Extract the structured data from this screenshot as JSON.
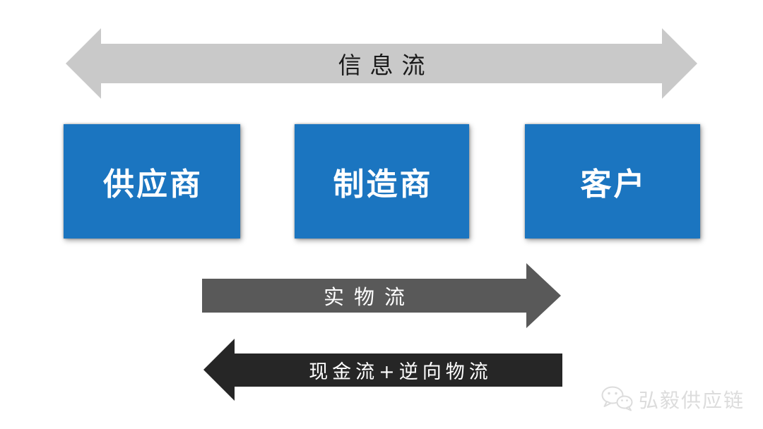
{
  "diagram": {
    "information_flow_label": "信息流",
    "nodes": [
      {
        "label": "供应商"
      },
      {
        "label": "制造商"
      },
      {
        "label": "客户"
      }
    ],
    "physical_flow_label": "实物流",
    "cash_flow_label": "现金流+逆向物流",
    "watermark": {
      "brand": "弘毅供应链",
      "icon": "wechat-icon"
    },
    "colors": {
      "node_blue": "#1b75c0",
      "info_arrow_gray": "#c9c9c9",
      "physical_arrow_gray": "#595959",
      "cash_arrow_black": "#262626",
      "flow_text_white": "#ffffff",
      "info_text_black": "#1a1a1a",
      "watermark_gray": "#dcdcdc",
      "background": "#ffffff"
    }
  }
}
